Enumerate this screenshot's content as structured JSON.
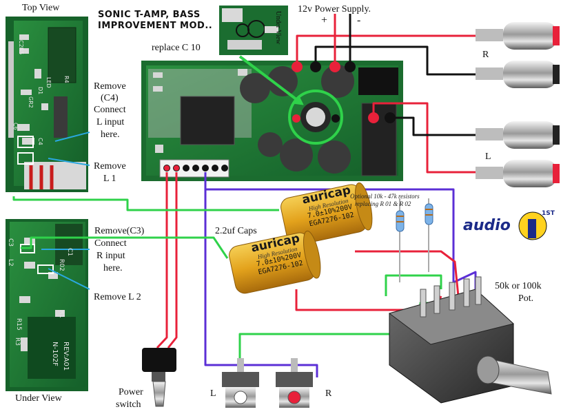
{
  "title": {
    "line1": "SONIC T-AMP, BASS",
    "line2": "IMPROVEMENT MOD.."
  },
  "labels": {
    "top_view": "Top View",
    "under_view_bottom": "Under View",
    "under_view_inset": "Under View",
    "replace_c10": "replace C 10",
    "power_supply": "12v Power Supply.",
    "plus": "+",
    "minus": "-",
    "out_r": "R",
    "out_l": "L",
    "remove_c4_1": "Remove",
    "remove_c4_2": "(C4)",
    "connect_l_1": "Connect",
    "connect_l_2": "L input",
    "connect_l_3": "here.",
    "remove_l1": "Remove",
    "remove_l1_b": "L 1",
    "remove_c3": "Remove(C3)",
    "connect_r_1": "Connect",
    "connect_r_2": "R input",
    "connect_r_3": "here.",
    "remove_l2": "Remove L 2",
    "caps": "2.2uf Caps",
    "optional_1": "Optional 10k - 47k resistors",
    "optional_2": "replacing R 01 & R 02",
    "pot_1": "50k or 100k",
    "pot_2": "Pot.",
    "power_switch_1": "Power",
    "power_switch_2": "switch",
    "in_l": "L",
    "in_r": "R",
    "logo_text": "audio",
    "logo_super": "1ST"
  },
  "capacitors": [
    {
      "brand": "auricap",
      "line1": "High Resolution",
      "line2": "7.0±10%200V",
      "line3": "EGA7276-102"
    },
    {
      "brand": "auricap",
      "line1": "High Resolution",
      "line2": "7.0±10%200V",
      "line3": "EGA7276-102"
    }
  ],
  "pcb_silk": {
    "top": [
      "C2R5",
      "R4",
      "GR2",
      "D1",
      "LED",
      "C6",
      "C4"
    ],
    "under": [
      "C3",
      "L2",
      "R02",
      "C1",
      "R3",
      "R1",
      "R15",
      "N-102F",
      "REV:A01"
    ]
  },
  "colors": {
    "red": "#e8213a",
    "black": "#111111",
    "green": "#2fd24a",
    "blue": "#5b2fd6",
    "cyan": "#2aa8e0",
    "pcb": "#1f7a32",
    "gold": "#e0a51f"
  }
}
